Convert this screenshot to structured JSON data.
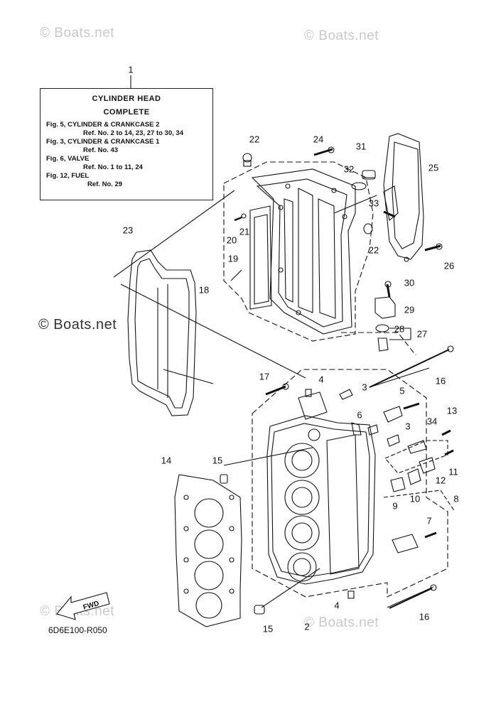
{
  "watermarks": {
    "top_left": "© Boats.net",
    "top_right": "© Boats.net",
    "mid_left": "© Boats.net",
    "bottom_left": "© Boats.net",
    "bottom_right": "© Boats.net"
  },
  "reference_box": {
    "title_line1": "CYLINDER HEAD",
    "title_line2": "COMPLETE",
    "fig5": "Fig. 5, CYLINDER & CRANKCASE 2",
    "fig5_ref": "Ref. No. 2 to 14, 23, 27 to 30, 34",
    "fig3": "Fig. 3, CYLINDER & CRANKCASE 1",
    "fig3_ref": "Ref. No. 43",
    "fig6": "Fig. 6, VALVE",
    "fig6_ref": "Ref. No. 1 to 11, 24",
    "fig12": "Fig. 12, FUEL",
    "fig12_ref": "Ref. No. 29"
  },
  "callouts": {
    "n1": "1",
    "n2": "2",
    "n3a": "3",
    "n3b": "3",
    "n4a": "4",
    "n4b": "4",
    "n5": "5",
    "n6": "6",
    "n7": "7",
    "n8": "8",
    "n9": "9",
    "n10": "10",
    "n11": "11",
    "n12": "12",
    "n13": "13",
    "n14": "14",
    "n15a": "15",
    "n15b": "15",
    "n16a": "16",
    "n16b": "16",
    "n17": "17",
    "n18": "18",
    "n19": "19",
    "n20": "20",
    "n21": "21",
    "n22a": "22",
    "n22b": "22",
    "n23": "23",
    "n24": "24",
    "n25": "25",
    "n26": "26",
    "n27": "27",
    "n28": "28",
    "n29": "29",
    "n30": "30",
    "n31": "31",
    "n32": "32",
    "n33": "33",
    "n34": "34"
  },
  "fwd_label": "FWD",
  "diagram_code": "6D6E100-R050"
}
